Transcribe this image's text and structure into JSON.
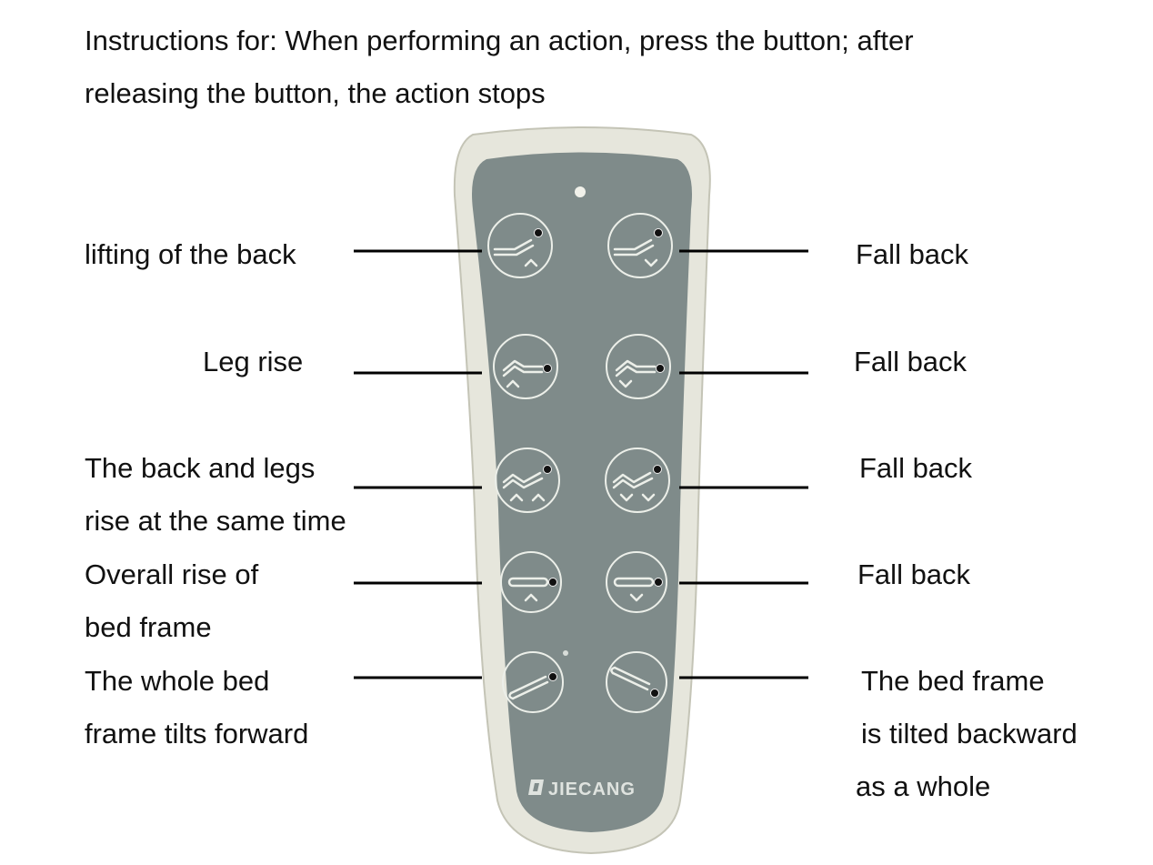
{
  "instructions": {
    "line1": "Instructions for: When performing an action, press the button; after",
    "line2": "releasing the button, the action stops"
  },
  "remote": {
    "brand": "JIECANG",
    "body_color": "#7f8b8a",
    "shell_color": "#e6e6dc"
  },
  "labels": {
    "back_lift": [
      "lifting of the back"
    ],
    "back_fall": [
      "Fall back"
    ],
    "leg_rise": [
      "Leg rise"
    ],
    "leg_fall": [
      "Fall back"
    ],
    "both_rise": [
      "The back and legs",
      "rise at the same time"
    ],
    "both_fall": [
      "Fall back"
    ],
    "overall_rise": [
      "Overall rise of",
      "bed frame"
    ],
    "overall_fall": [
      "Fall back"
    ],
    "tilt_forward": [
      "The whole bed",
      "frame tilts forward"
    ],
    "tilt_backward": [
      "The bed frame",
      "is tilted backward",
      "as a whole"
    ]
  },
  "buttons": [
    {
      "name": "back-lift-button",
      "icon": "back-up-icon"
    },
    {
      "name": "back-fall-button",
      "icon": "back-down-icon"
    },
    {
      "name": "leg-rise-button",
      "icon": "leg-up-icon"
    },
    {
      "name": "leg-fall-button",
      "icon": "leg-down-icon"
    },
    {
      "name": "both-rise-button",
      "icon": "back-legs-up-icon"
    },
    {
      "name": "both-fall-button",
      "icon": "back-legs-down-icon"
    },
    {
      "name": "overall-rise-button",
      "icon": "bed-up-icon"
    },
    {
      "name": "overall-fall-button",
      "icon": "bed-down-icon"
    },
    {
      "name": "tilt-forward-button",
      "icon": "tilt-forward-icon"
    },
    {
      "name": "tilt-backward-button",
      "icon": "tilt-backward-icon"
    }
  ]
}
